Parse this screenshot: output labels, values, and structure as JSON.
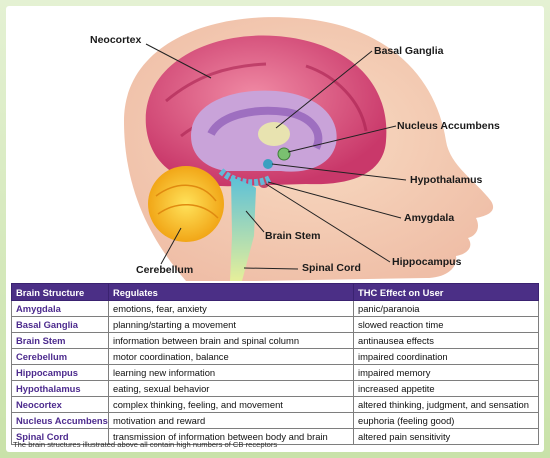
{
  "labels": {
    "neocortex": "Neocortex",
    "basal_ganglia": "Basal Ganglia",
    "nucleus_accumbens": "Nucleus Accumbens",
    "hypothalamus": "Hypothalamus",
    "amygdala": "Amygdala",
    "brain_stem": "Brain Stem",
    "hippocampus": "Hippocampus",
    "spinal_cord": "Spinal Cord",
    "cerebellum": "Cerebellum"
  },
  "table": {
    "headers": [
      "Brain Structure",
      "Regulates",
      "THC Effect on User"
    ],
    "rows": [
      [
        "Amygdala",
        "emotions, fear, anxiety",
        "panic/paranoia"
      ],
      [
        "Basal Ganglia",
        "planning/starting a movement",
        "slowed reaction time"
      ],
      [
        "Brain Stem",
        "information between brain and spinal column",
        "antinausea effects"
      ],
      [
        "Cerebellum",
        "motor coordination, balance",
        "impaired coordination"
      ],
      [
        "Hippocampus",
        "learning new information",
        "impaired memory"
      ],
      [
        "Hypothalamus",
        "eating, sexual behavior",
        "increased appetite"
      ],
      [
        "Neocortex",
        "complex thinking, feeling, and movement",
        "altered thinking, judgment, and sensation"
      ],
      [
        "Nucleus Accumbens",
        "motivation and reward",
        "euphoria (feeling good)"
      ],
      [
        "Spinal Cord",
        "transmission of information between body and brain",
        "altered pain sensitivity"
      ]
    ]
  },
  "footnote": "The brain structures illustrated above all contain high numbers of CB receptors",
  "colors": {
    "header_bg": "#4b2f86",
    "structure_text": "#4d2b8e",
    "frame": "#c9e2a9"
  }
}
